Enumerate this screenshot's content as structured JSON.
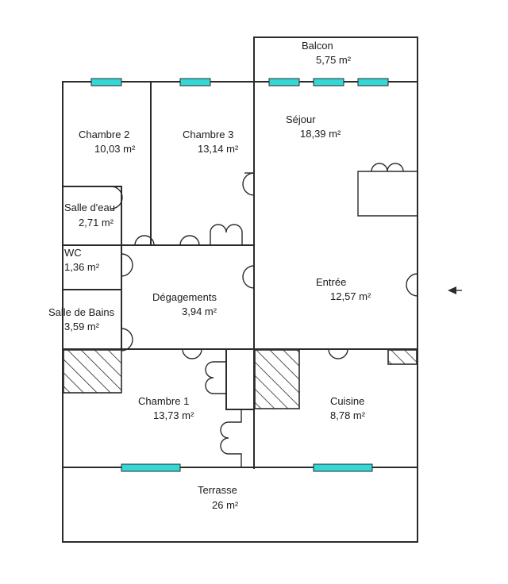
{
  "rooms": {
    "balcon": {
      "name": "Balcon",
      "area": "5,75  m²"
    },
    "chambre2": {
      "name": "Chambre 2",
      "area": "10,03  m²"
    },
    "chambre3": {
      "name": "Chambre 3",
      "area": "13,14  m²"
    },
    "sejour": {
      "name": "Séjour",
      "area": "18,39  m²"
    },
    "salle_eau": {
      "name": "Salle d'eau",
      "area": "2,71  m²"
    },
    "wc": {
      "name": "WC",
      "area": "1,36  m²"
    },
    "degagements": {
      "name": "Dégagements",
      "area": "3,94  m²"
    },
    "entree": {
      "name": "Entrée",
      "area": "12,57  m²"
    },
    "salle_bains": {
      "name": "Salle de Bains",
      "area": "3,59  m²"
    },
    "chambre1": {
      "name": "Chambre 1",
      "area": "13,73  m²"
    },
    "cuisine": {
      "name": "Cuisine",
      "area": "8,78  m²"
    },
    "terrasse": {
      "name": "Terrasse",
      "area": "26  m²"
    }
  },
  "colors": {
    "window": "#34d6d6",
    "wall": "#2b2b2b"
  },
  "icons": {
    "entrance": "entrance-arrow-icon"
  }
}
